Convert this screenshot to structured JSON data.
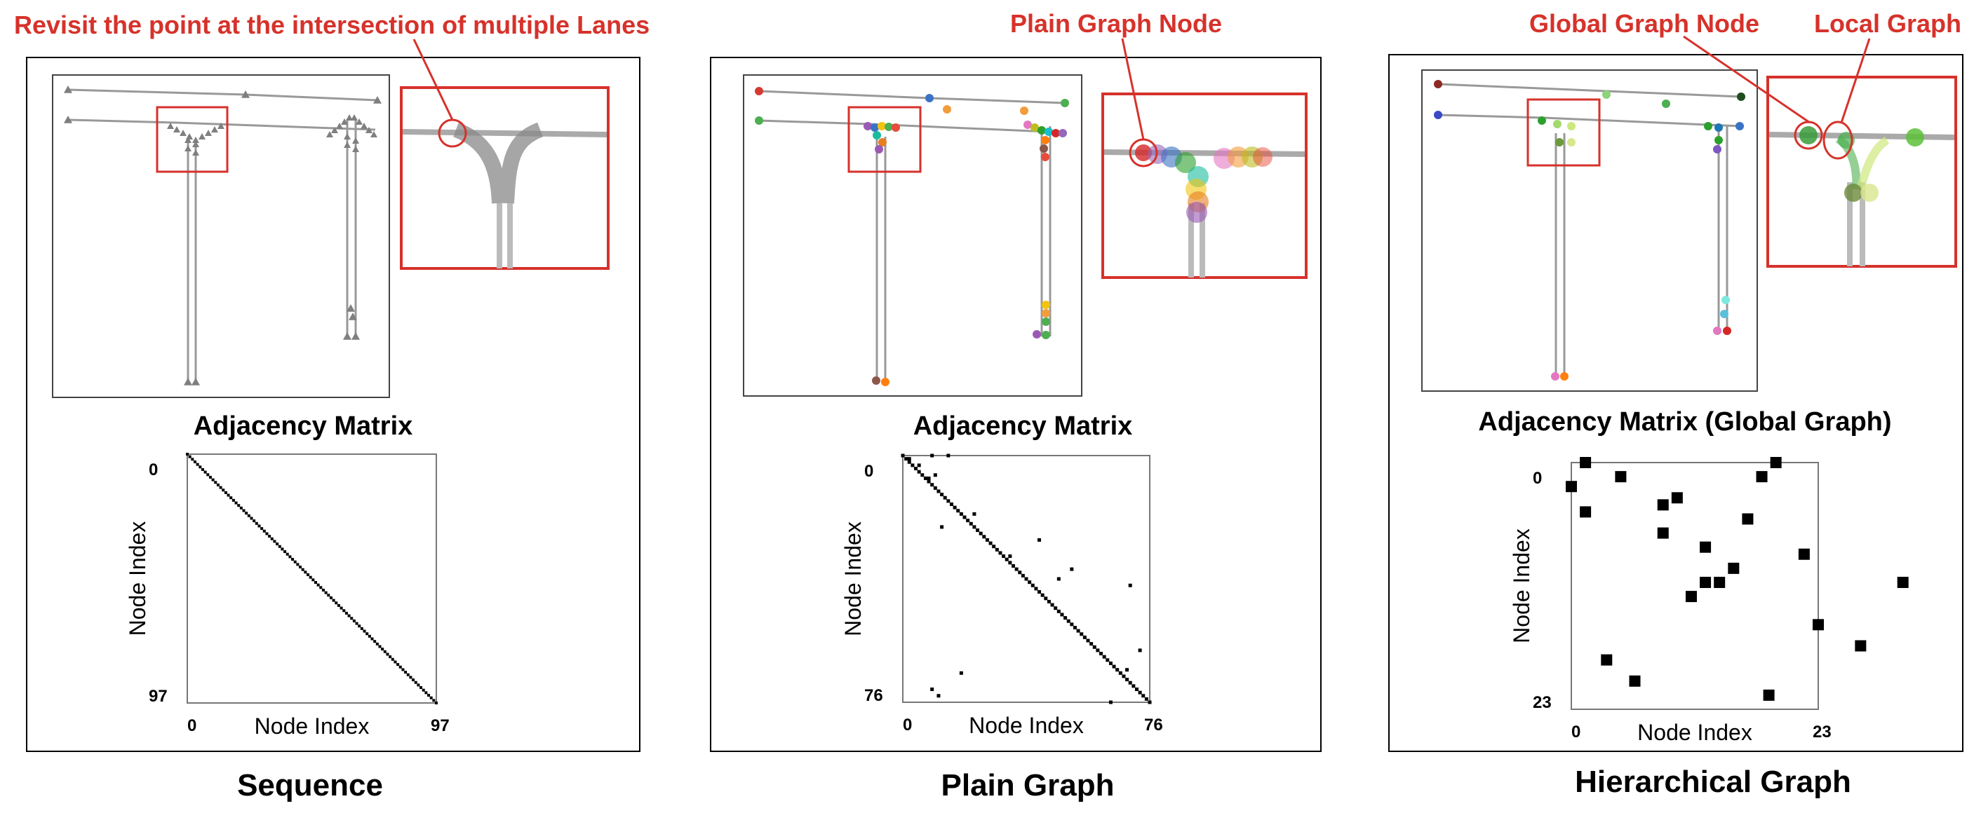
{
  "panels": [
    {
      "annotation": "Revisit the point at the intersection of multiple Lanes",
      "subtitle": "Adjacency Matrix",
      "caption": "Sequence",
      "matrix": {
        "xlabel": "Node Index",
        "ylabel": "Node Index",
        "min": "0",
        "max": "97"
      }
    },
    {
      "annotation": "Plain Graph Node",
      "subtitle": "Adjacency Matrix",
      "caption": "Plain Graph",
      "matrix": {
        "xlabel": "Node Index",
        "ylabel": "Node Index",
        "min": "0",
        "max": "76"
      }
    },
    {
      "annotation_global": "Global Graph Node",
      "annotation_local": "Local Graph",
      "subtitle": "Adjacency Matrix (Global Graph)",
      "caption": "Hierarchical Graph",
      "matrix": {
        "xlabel": "Node Index",
        "ylabel": "Node Index",
        "min": "0",
        "max": "23"
      }
    }
  ],
  "colors": {
    "annotation": "#d6322b",
    "lane": "#999999",
    "seq_marker": "#7f7f7f",
    "frame": "#000000"
  }
}
